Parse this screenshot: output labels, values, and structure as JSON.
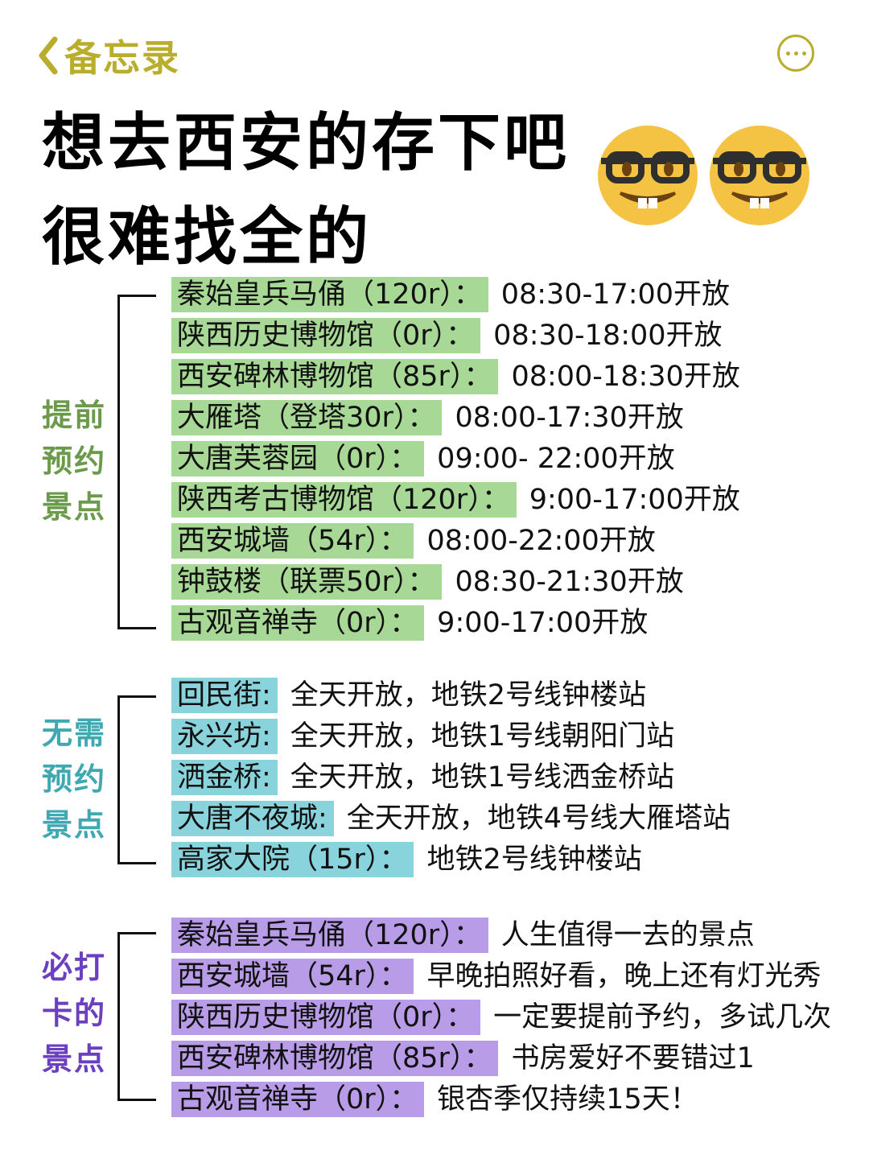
{
  "header": {
    "back_label": "备忘录",
    "more_icon": "ellipsis-circle-icon",
    "accent_color": "#b9ad2c"
  },
  "title": {
    "line1": "想去西安的存下吧",
    "line2": "很难找全的",
    "emojis": [
      "nerd-face",
      "nerd-face"
    ]
  },
  "sections": [
    {
      "category": [
        "提前",
        "预约",
        "景点"
      ],
      "category_color": "#6a9a4a",
      "highlight_color": "#a8d895",
      "items": [
        {
          "name": "秦始皇兵马俑（120r）：",
          "info": "08:30-17:00开放"
        },
        {
          "name": "陕西历史博物馆（0r）：",
          "info": "08:30-18:00开放"
        },
        {
          "name": "西安碑林博物馆（85r）：",
          "info": "08:00-18:30开放"
        },
        {
          "name": "大雁塔（登塔30r）：",
          "info": "08:00-17:30开放"
        },
        {
          "name": "大唐芙蓉园（0r）：",
          "info": "09:00- 22:00开放"
        },
        {
          "name": "陕西考古博物馆（120r）：",
          "info": "9:00-17:00开放"
        },
        {
          "name": "西安城墙（54r）：",
          "info": "08:00-22:00开放"
        },
        {
          "name": "钟鼓楼（联票50r）：",
          "info": "08:30-21:30开放"
        },
        {
          "name": "古观音禅寺（0r）：",
          "info": "9:00-17:00开放"
        }
      ]
    },
    {
      "category": [
        "无需",
        "预约",
        "景点"
      ],
      "category_color": "#3fa8b0",
      "highlight_color": "#88d3dc",
      "items": [
        {
          "name": "回民街:",
          "info": "全天开放，地铁2号线钟楼站"
        },
        {
          "name": "永兴坊:",
          "info": "全天开放，地铁1号线朝阳门站"
        },
        {
          "name": "洒金桥:",
          "info": "全天开放，地铁1号线洒金桥站"
        },
        {
          "name": "大唐不夜城:",
          "info": "全天开放，地铁4号线大雁塔站"
        },
        {
          "name": "高家大院（15r）：",
          "info": "地铁2号线钟楼站"
        }
      ]
    },
    {
      "category": [
        "必打",
        "卡的",
        "景点"
      ],
      "category_color": "#6a3fc0",
      "highlight_color": "#b89ce8",
      "items": [
        {
          "name": "秦始皇兵马俑（120r）：",
          "info": "人生值得一去的景点"
        },
        {
          "name": "西安城墙（54r）：",
          "info": "早晚拍照好看，晚上还有灯光秀"
        },
        {
          "name": "陕西历史博物馆（0r）：",
          "info": "一定要提前予约，多试几次"
        },
        {
          "name": "西安碑林博物馆（85r）：",
          "info": "书房爱好不要错过1"
        },
        {
          "name": "古观音禅寺（0r）：",
          "info": "银杏季仅持续15天！"
        }
      ]
    }
  ]
}
